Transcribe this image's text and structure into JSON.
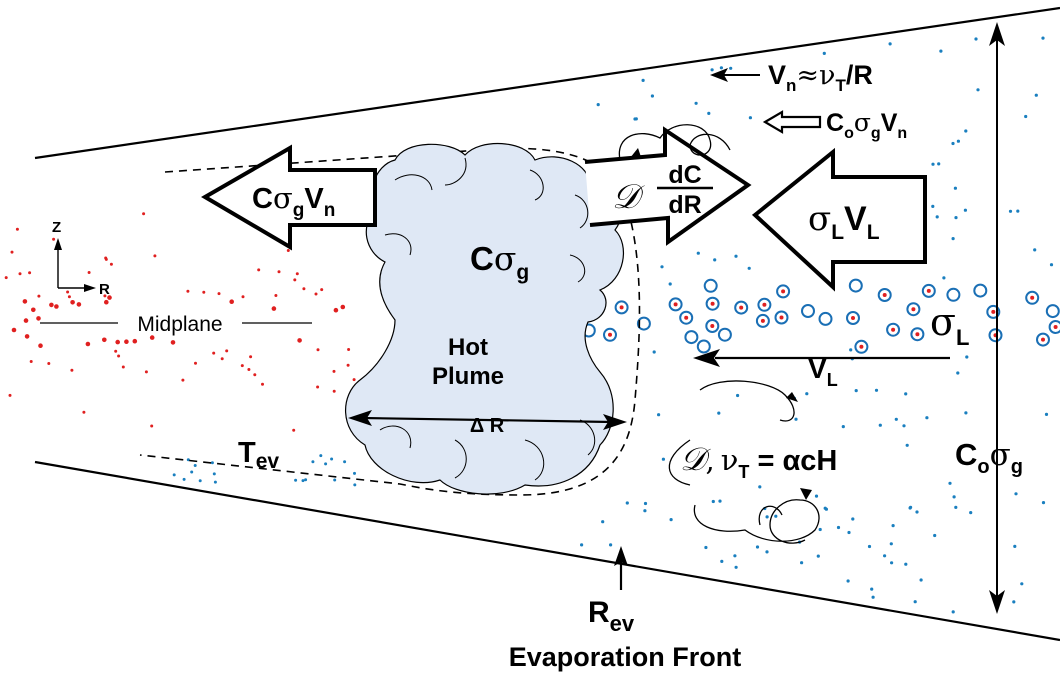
{
  "diagram": {
    "labels": {
      "outflow_gas_C": "C",
      "outflow_gas_sigma": "σ",
      "outflow_gas_sub_g": "g",
      "outflow_gas_V": "V",
      "outflow_gas_sub_n": "n",
      "plume_C": "C",
      "plume_sigma": "σ",
      "plume_sub_g": "g",
      "hot_plume_line1": "Hot",
      "hot_plume_line2": "Plume",
      "delta_r": "Δ R",
      "diffusion_symbol": "𝒟",
      "gradient_num": "dC",
      "gradient_den": "dR",
      "vn_main": "V",
      "vn_sub": "n",
      "vn_rest": "≈ν",
      "vn_sub_T": "T",
      "vn_tail": "/R",
      "inflow_C": "C",
      "inflow_sub_o": "o",
      "inflow_sigma": "σ",
      "inflow_sub_g": "g",
      "inflow_V": "V",
      "inflow_sub_n": "n",
      "solid_sigma": "σ",
      "solid_sub_L": "L",
      "solid_V": "V",
      "solid_sub_L2": "L",
      "sigma_L_main": "σ",
      "sigma_L_sub": "L",
      "vl_main": "V",
      "vl_sub": "L",
      "turb_symbol": "𝒟",
      "turb_comma": ",",
      "turb_nu": "ν",
      "turb_sub_T": "T",
      "turb_rest": " = αcH",
      "t_ev_main": "T",
      "t_ev_sub": "ev",
      "r_ev_main": "R",
      "r_ev_sub": "ev",
      "evap_front": "Evaporation Front",
      "c0sg_C": "C",
      "c0sg_sub_o": "o",
      "c0sg_sigma": "σ",
      "c0sg_sub_g": "g",
      "midplane": "Midplane",
      "axis_z": "Z",
      "axis_r": "R"
    },
    "colors": {
      "gas_dots": "#1a7fbf",
      "red_dots": "#e02020",
      "plume_fill": "#dfe8f5",
      "ring": "#1a6fb5",
      "core": "#e02020"
    }
  }
}
